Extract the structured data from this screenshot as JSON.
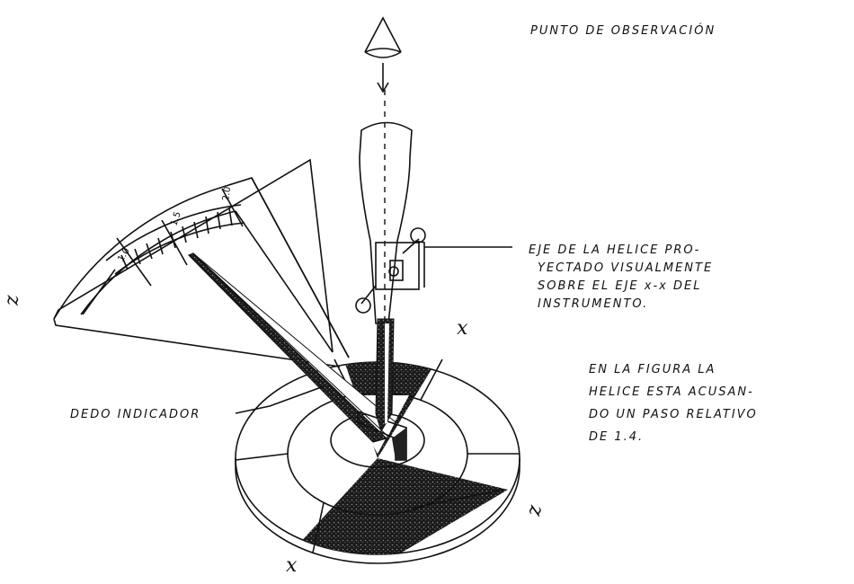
{
  "title": "PUNTO DE OBSERVACIÓN",
  "callout_axis": [
    "EJE DE LA HELICE PRO-",
    "YECTADO VISUALMENTE",
    "SOBRE EL EJE x-x DEL",
    "INSTRUMENTO."
  ],
  "callout_reading": [
    "EN LA FIGURA LA",
    "HELICE ESTA ACUSAN-",
    "DO UN PASO RELATIVO",
    "DE 1.4."
  ],
  "pointer_label": "DEDO INDICADOR",
  "scale_labels": [
    "1.0",
    "1.5",
    "2.0"
  ],
  "axis_labels": {
    "x_top": "x",
    "x_bottom": "x",
    "z_left": "z",
    "z_right": "z"
  },
  "colors": {
    "ink": "#111111",
    "paper": "#ffffff",
    "shade": "#2a2a2a"
  }
}
